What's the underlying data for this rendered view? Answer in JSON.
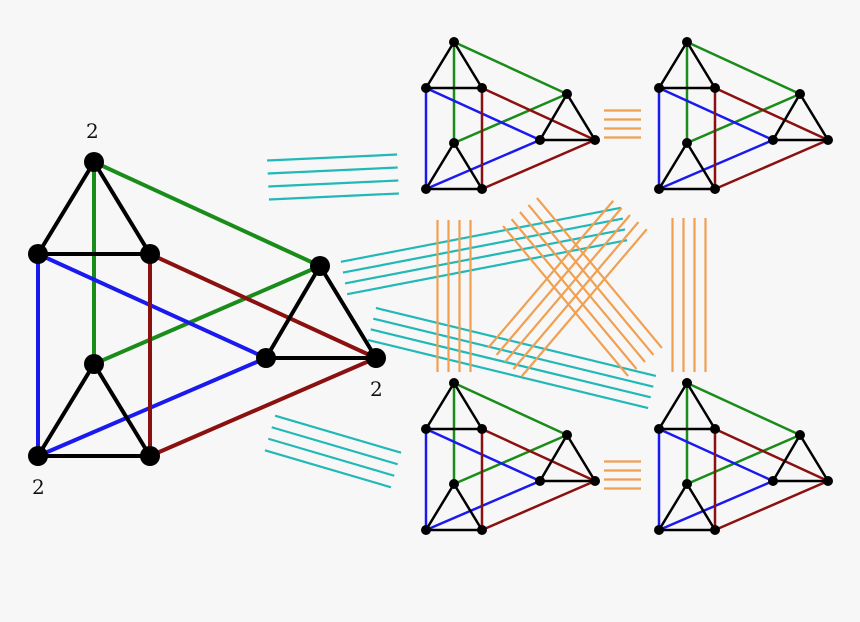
{
  "labels": {
    "top_vertex": "2",
    "bottom_left_vertex": "2",
    "right_vertex": "2"
  },
  "colors": {
    "background": "#f7f7f7",
    "black": "#000000",
    "green": "#1a8c1a",
    "blue": "#1a1aee",
    "red": "#8b1010",
    "teal": "#22b8b8",
    "orange": "#f0a050"
  }
}
